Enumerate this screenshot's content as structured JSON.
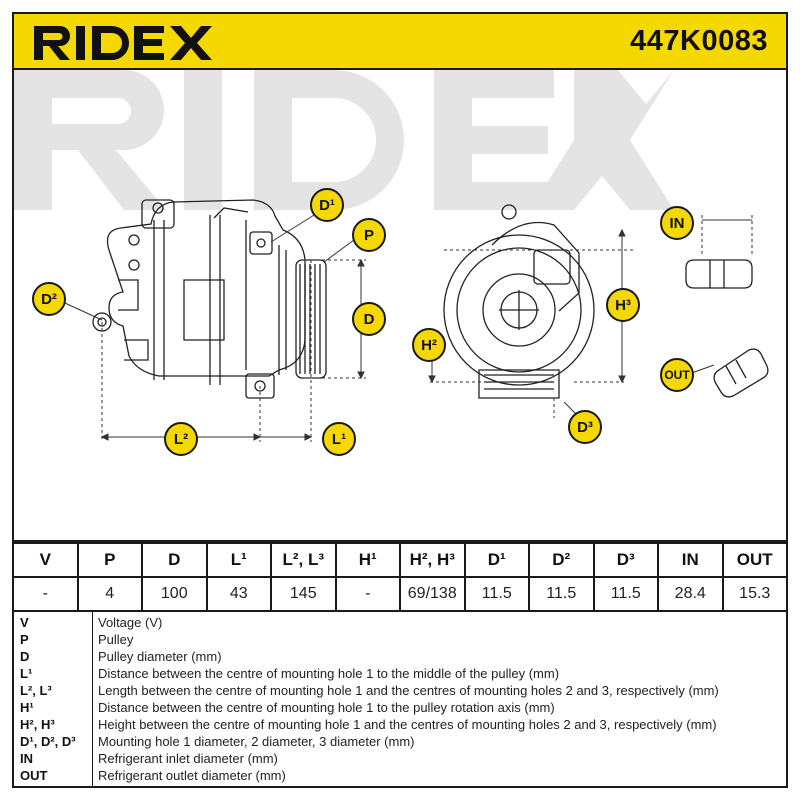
{
  "header": {
    "brand": "RIDEX",
    "part_number": "447K0083",
    "brand_color": "#f5d800"
  },
  "callouts": {
    "d1": "D¹",
    "d2": "D²",
    "d3": "D³",
    "p": "P",
    "d": "D",
    "l1": "L¹",
    "l2": "L²",
    "h2": "H²",
    "h3": "H³",
    "in": "IN",
    "out": "OUT"
  },
  "table": {
    "headers": [
      "V",
      "P",
      "D",
      "L¹",
      "L², L³",
      "H¹",
      "H², H³",
      "D¹",
      "D²",
      "D³",
      "IN",
      "OUT"
    ],
    "values": [
      "-",
      "4",
      "100",
      "43",
      "145",
      "-",
      "69/138",
      "11.5",
      "11.5",
      "11.5",
      "28.4",
      "15.3"
    ]
  },
  "legend": [
    {
      "key": "V",
      "desc": "Voltage (V)"
    },
    {
      "key": "P",
      "desc": "Pulley"
    },
    {
      "key": "D",
      "desc": "Pulley diameter (mm)"
    },
    {
      "key": "L¹",
      "desc": "Distance between the centre of mounting hole 1 to the middle of the pulley (mm)"
    },
    {
      "key": "L², L³",
      "desc": "Length between the centre of mounting hole 1 and the centres of mounting holes 2 and 3, respectively (mm)"
    },
    {
      "key": "H¹",
      "desc": "Distance between the centre of mounting hole 1 to the pulley rotation axis (mm)"
    },
    {
      "key": "H², H³",
      "desc": "Height between the centre of mounting hole 1 and the centres of mounting holes 2 and 3, respectively (mm)"
    },
    {
      "key": "D¹, D², D³",
      "desc": "Mounting hole 1 diameter, 2 diameter, 3 diameter (mm)"
    },
    {
      "key": "IN",
      "desc": "Refrigerant inlet diameter (mm)"
    },
    {
      "key": "OUT",
      "desc": "Refrigerant outlet diameter (mm)"
    }
  ]
}
